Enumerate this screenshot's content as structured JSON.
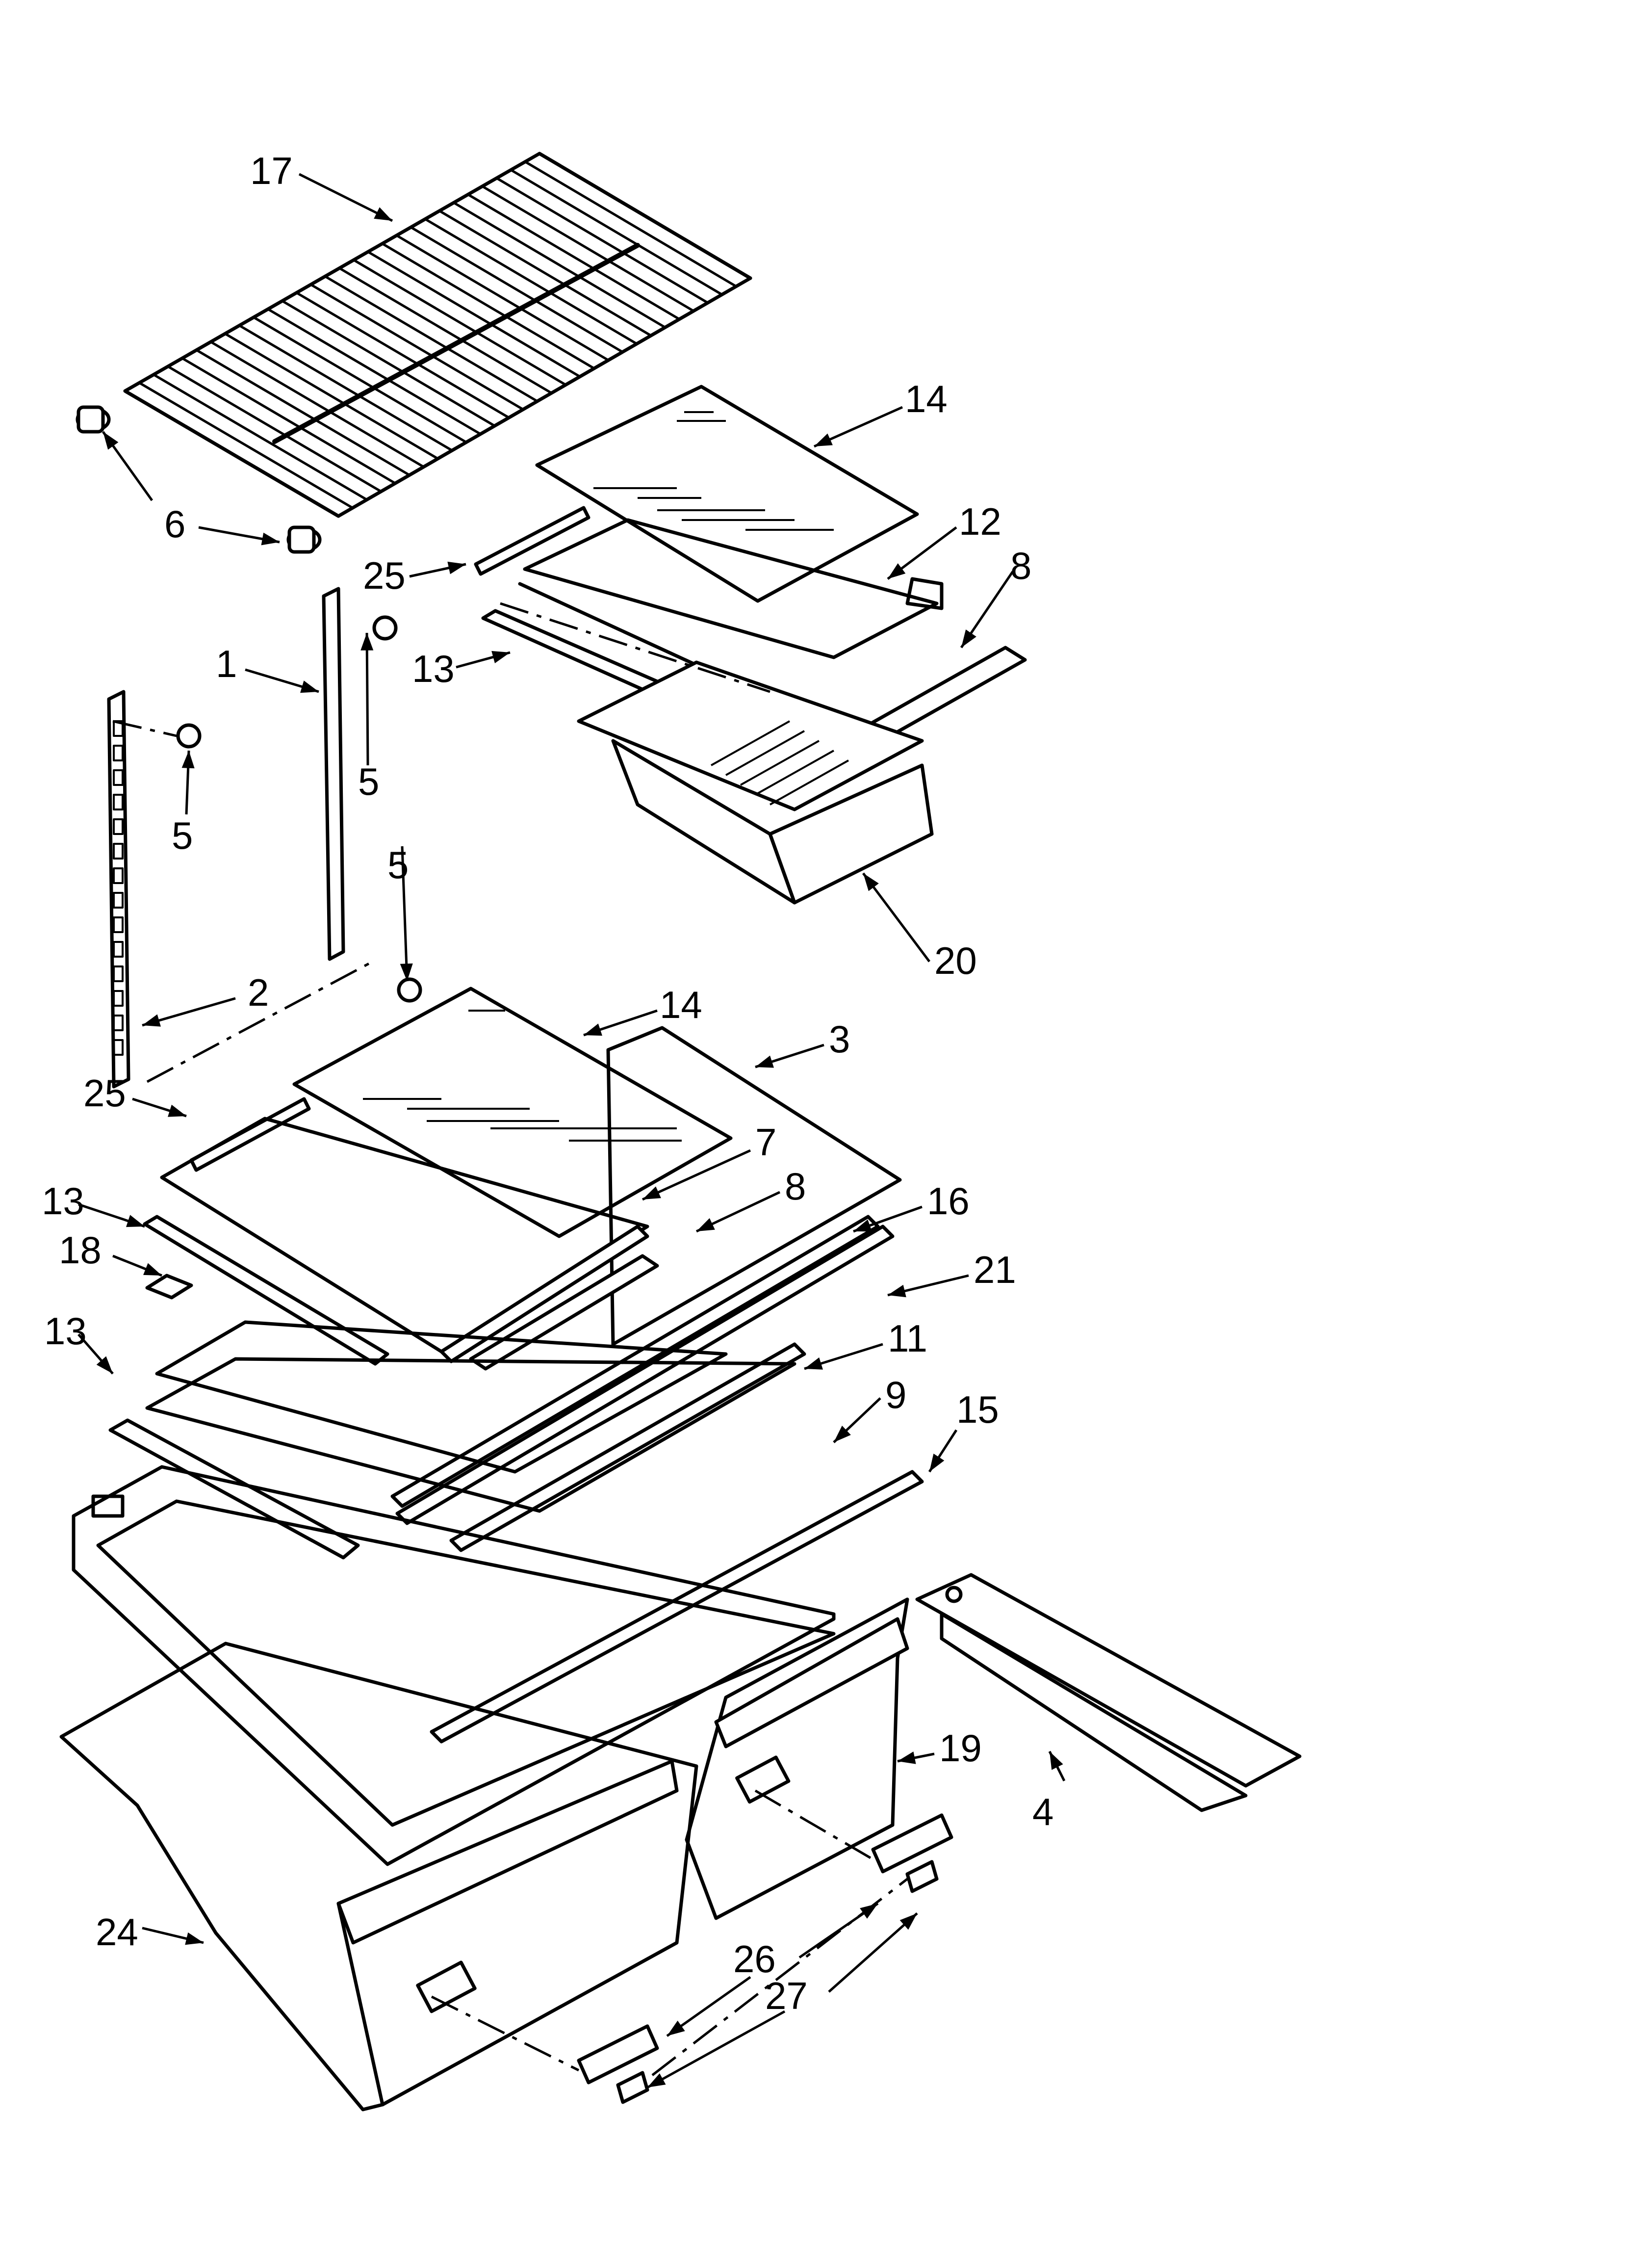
{
  "colors": {
    "ink": "#000000",
    "paper": "#ffffff"
  },
  "callouts": [
    {
      "id": "c17",
      "label": "17"
    },
    {
      "id": "c14a",
      "label": "14"
    },
    {
      "id": "c6",
      "label": "6"
    },
    {
      "id": "c12",
      "label": "12"
    },
    {
      "id": "c8a",
      "label": "8"
    },
    {
      "id": "c25a",
      "label": "25"
    },
    {
      "id": "c1",
      "label": "1"
    },
    {
      "id": "c13a",
      "label": "13"
    },
    {
      "id": "c5a",
      "label": "5"
    },
    {
      "id": "c5b",
      "label": "5"
    },
    {
      "id": "c5c",
      "label": "5"
    },
    {
      "id": "c20",
      "label": "20"
    },
    {
      "id": "c2",
      "label": "2"
    },
    {
      "id": "c14b",
      "label": "14"
    },
    {
      "id": "c3",
      "label": "3"
    },
    {
      "id": "c25b",
      "label": "25"
    },
    {
      "id": "c7",
      "label": "7"
    },
    {
      "id": "c13b",
      "label": "13"
    },
    {
      "id": "c8b",
      "label": "8"
    },
    {
      "id": "c16",
      "label": "16"
    },
    {
      "id": "c18",
      "label": "18"
    },
    {
      "id": "c21",
      "label": "21"
    },
    {
      "id": "c13c",
      "label": "13"
    },
    {
      "id": "c11",
      "label": "11"
    },
    {
      "id": "c9",
      "label": "9"
    },
    {
      "id": "c15",
      "label": "15"
    },
    {
      "id": "c19",
      "label": "19"
    },
    {
      "id": "c4",
      "label": "4"
    },
    {
      "id": "c24",
      "label": "24"
    },
    {
      "id": "c26",
      "label": "26"
    },
    {
      "id": "c27",
      "label": "27"
    }
  ]
}
